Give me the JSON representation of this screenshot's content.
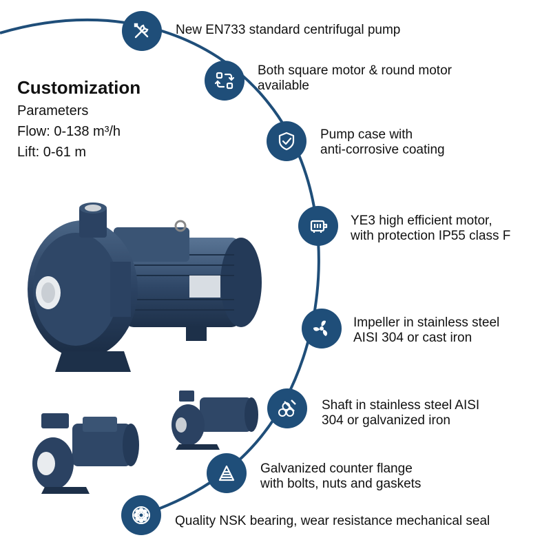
{
  "customization": {
    "title": "Customization",
    "parameters_label": "Parameters",
    "flow": "Flow: 0-138 m³/h",
    "lift": "Lift: 0-61 m"
  },
  "colors": {
    "accent": "#1f4e79",
    "pump_body": "#2b4262"
  },
  "features": [
    {
      "icon": "tools-icon",
      "lines": [
        "New EN733 standard centrifugal pump"
      ]
    },
    {
      "icon": "convert-shapes-icon",
      "lines": [
        "Both square motor & round motor",
        "available"
      ]
    },
    {
      "icon": "shield-check-icon",
      "lines": [
        "Pump case with",
        "anti-corrosive coating"
      ]
    },
    {
      "icon": "motor-icon",
      "lines": [
        "YE3 high efficient motor,",
        "with protection IP55 class F"
      ]
    },
    {
      "icon": "impeller-icon",
      "lines": [
        "Impeller in stainless steel",
        "AISI 304 or cast iron"
      ]
    },
    {
      "icon": "shaft-icon",
      "lines": [
        "Shaft in stainless steel AISI",
        "304 or galvanized iron"
      ]
    },
    {
      "icon": "flange-icon",
      "lines": [
        "Galvanized counter flange",
        "with bolts, nuts and gaskets"
      ]
    },
    {
      "icon": "bearing-icon",
      "lines": [
        "Quality NSK bearing, wear resistance mechanical seal"
      ]
    }
  ]
}
